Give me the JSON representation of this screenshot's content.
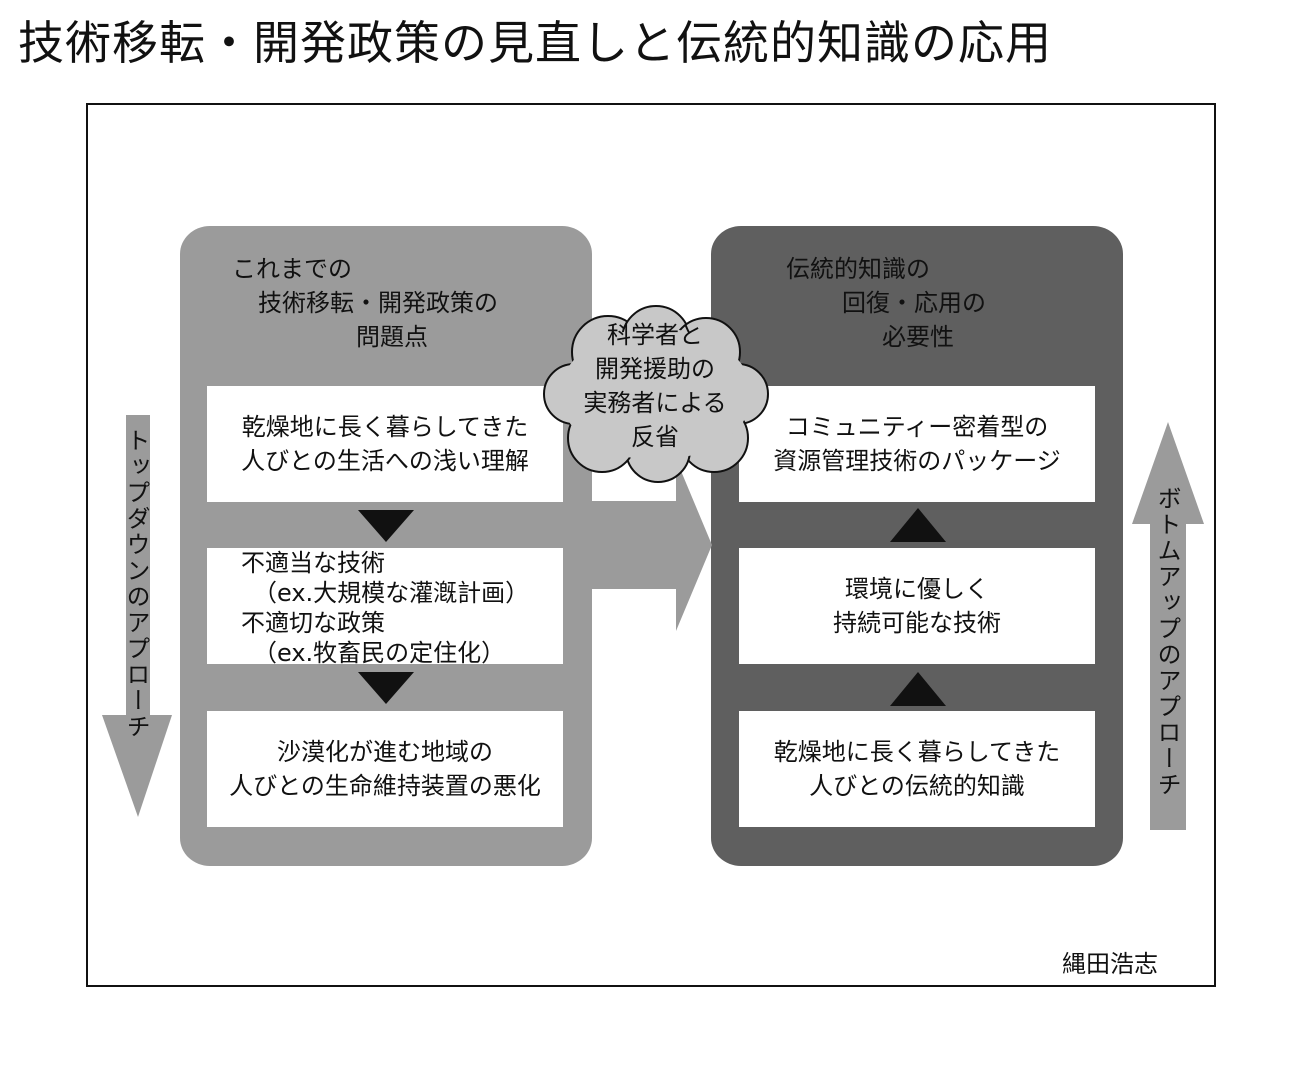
{
  "title": "技術移転・開発政策の見直しと伝統的知識の応用",
  "author": "縄田浩志",
  "left_column": {
    "heading": [
      "これまでの",
      "技術移転・開発政策の",
      "問題点"
    ],
    "boxes": [
      {
        "lines": [
          "乾燥地に長く暮らしてきた",
          "人びとの生活への浅い理解"
        ]
      },
      {
        "lines": [
          "不適当な技術",
          "（ex.大規模な灌漑計画）",
          "不適切な政策",
          "（ex.牧畜民の定住化）"
        ]
      },
      {
        "lines": [
          "沙漠化が進む地域の",
          "人びとの生命維持装置の悪化"
        ]
      }
    ]
  },
  "right_column": {
    "heading": [
      "伝統的知識の",
      "回復・応用の",
      "必要性"
    ],
    "boxes": [
      {
        "lines": [
          "コミュニティー密着型の",
          "資源管理技術のパッケージ"
        ]
      },
      {
        "lines": [
          "環境に優しく",
          "持続可能な技術"
        ]
      },
      {
        "lines": [
          "乾燥地に長く暮らしてきた",
          "人びとの伝統的知識"
        ]
      }
    ]
  },
  "cloud": {
    "lines": [
      "科学者と",
      "開発援助の",
      "実務者による",
      "反省"
    ]
  },
  "left_arrow_label": "トップダウンのアプローチ",
  "right_arrow_label": "ボトムアップのアプローチ",
  "colors": {
    "left_column": "#9b9b9b",
    "right_column": "#5f5f5f",
    "side_arrows": "#9b9b9b",
    "cloud": "#c8c8c8",
    "triangles": "#111111"
  }
}
